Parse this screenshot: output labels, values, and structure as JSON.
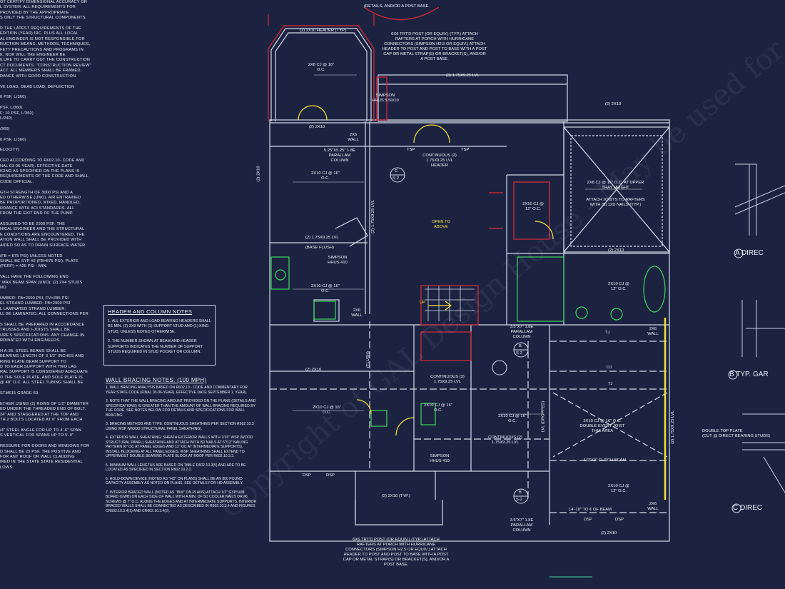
{
  "general_notes": [
    "OT CERTIFY DIMENSIONAL ACCURACY OR",
    "L SYSTEM. ALL REQUIREMENTS FOR",
    "PROVIDED BY THE APPROPRIATE",
    "S ONLY THE STRUCTURAL COMPONENTS",
    "",
    "D THE LATEST REQUIREMENTS OF THE",
    "EDITION (YEAR) IRC. PLUS ALL LOCAL",
    "AL ENGINEER IS NOT RESPONSIBLE FOR",
    "RUCTION MEANS, METHODS, TECHNIQUES,",
    "FETY PRECAUTIONS AND PROGRAMS IN",
    "K, NOR WILL THE ENGINEER BE",
    "ILURE TO CARRY OUT THE CONSTRUCTION",
    "CT DOCUMENTS. \"CONSTRUCTION REVIEW\"",
    "ACT. ALL MEMBERS SHALL BE FRAMED,",
    "DANCE WITH GOOD CONSTRUCTION",
    "",
    "VE LOAD, DEAD LOAD, DEFLECTION",
    "",
    "0 PSF, L/360)",
    "",
    "PSF, L/360)",
    "F; 10 PSF, L/360)",
    "L/240)",
    "",
    "/360)",
    "",
    "0 PSF, L/360)",
    "",
    "ELOCITY)",
    "",
    "CED ACCORDING TO R602.10- CODE AND",
    "NAL 03-06-YEAR). EFFECTIVE DATE",
    "ICING AS SPECIFIED ON THE PLANS IS",
    "REQUIREMENTS OF THE CODE AND SHALL",
    "CODE OFFICIAL.",
    "",
    "GTH STRENGTH OF 3000 PSI AND A",
    "ED OTHERWISE (UNO). AIR ENTRAINED",
    "BE PROPORTIONED, MIXED, HANDLED,",
    "RDANCE WITH ACI STANDARDS. ALL",
    "FROM THE EXIT END OF THE PUMP.",
    "",
    "ASSUMED TO BE 2000 PSF. THE",
    "NICAL ENGINEER AND THE STRUCTURAL",
    "E CONDITIONS ARE ENCOUNTERED. THE",
    "ATION WALL SHALL BE PROVIDED WITH",
    "AIDED SO AS TO DRAIN SURFACE WATER",
    "",
    "(Fb = 875 PSI) UNLESS NOTED",
    "SHALL BE SYP #2 (Fb=875 PSI). PLATE",
    "(perp) = 425 PSI - MIN.",
    "",
    "VALL HAVE THE FOLLOWING END",
    "' MAX BEAM SPAN (UNO): (2) 2X4 STUDS",
    "NO",
    "",
    "UMBER: Fb=2600 PSI, Fv=285 PSI",
    "EL STRAND LUMBER: Fb=2900 PSI",
    "L LAMINATED STRAND LUMBER:",
    "LL BE LAMINATED. ALL CONNECTIONS PER",
    "",
    "S SHALL BE PREPARED IN ACCORDANCE",
    "TRUSSES AND I-JOISTS SHALL BE",
    "URE'S SPECIFICATIONS. ANY CHANGE IN",
    "RDINATED WITH ENGINEERS.",
    "",
    "H A-36. STEEL BEAMS SHALL BE",
    "BEARING LENGTH OF 3 1/2\" INCHES AND",
    "RING PLATE BEAM SUPPORT TO",
    "D TO EACH SUPPORT WITH TWO LAG",
    "RAL SUPPORT IS CONSIDERED ADEQUATE",
    "O THE SOLE PLATE, AND SOLE PLATE IS",
    "@ 48\" O.C. ALL STEEL TUBING SHALL BE",
    "",
    "STM615 GRADE 60.",
    "",
    "ETHER USING (2) ROWS OF 1/2\" DIAMETER",
    "ED UNDER THE THREADED END OF BOLT.",
    "24\" AND STAGGERED AT THE TOP AND",
    "TH 2 BOLTS LOCATED AT 6\" FROM EACH",
    "",
    "/4\" STEEL ANGLE FOR UP TO 4'-6\" SPAN",
    "S VERTICAL FOR SPANS UP TO 5'-0\"",
    "",
    "RESSURE FOR DOORS AND WINDOWS FOR",
    "D SHALL BE 25 PSF. THE POSITIVE AND",
    "FOR ANY ROOF OR WALL CLADDING",
    "IRED IN THE STATE STATE RESIDENTIAL",
    "LOWS:"
  ],
  "header_notes": {
    "title": "HEADER AND COLUMN NOTES",
    "items": [
      "1. ALL EXTERIOR AND LOAD BEARING HEADERS SHALL BE MIN. (2) 2x8 WITH (1) SUPPORT STUD AND (1) KING STUD, UNLESS NOTED OTHERWISE.",
      "2. THE NUMBER SHOWN AT BEAM AND HEADER SUPPORTS INDICATES THE NUMBER OF SUPPORT STUDS REQUIRED IN STUD POCKET OR COLUMN."
    ]
  },
  "bracing_notes": {
    "title": "WALL BRACING NOTES: (100 MPH)",
    "items": [
      "1. WALL BRACING ANALYSIS BASED ON R602.10 - CODE AND COMMENTARY FOR YEAR STATE CODE (FINAL 03-06-YEAR). EFFECTIVE DATE SEPTEMBER 1, YEAR).",
      "2. NOTE THAT THE WALL BRACING AMOUNT PROVIDED ON THE PLANS (DETAILS AND SPECIFICATIONS) IS GREATER THAN THE AMOUNT OF WALL BRACING REQUIRED BY THE CODE. SEE NOTES BELOW FOR DETAILS AND SPECIFICATIONS FOR WALL BRACING.",
      "3. BRACING METHOD AND TYPE: CONTINUOUS SHEATHING PER SECTION R602.10.3 USING WSP (WOOD STRUCTURAL PANEL SHEATHING).",
      "4. EXTERIOR WALL SHEATHING: SHEATH EXTERIOR WALLS WITH 7/16\" WSP (WOOD STRUCTURAL PANEL) SHEATHING AND ATTACH WITH 8d NAILS AT 6\"/12\" NAILING PATTERN (6\" OC AT PANEL EDGES AND 12\" OC AT INTERMEDIATE SUPPORTS). INSTALL BLOCKING AT ALL PANEL EDGES. WSP SHEATHING SHALL EXTEND TO UPPERMOST DOUBLE BEARING PLATE BLOCK AT ROOF PER R602.10.3.3.",
      "5. MINIMUM WALL LENGTHS ARE BASED ON TABLE R602.10.3(5) AND ARE TO BE LOCATED AS SPECIFIED IN SECTION R602.10.2.2.",
      "6. HOLD-DOWN DEVICE (NOTED AS \"HD\" ON PLANS) SHALL BE AN 800 POUND CAPACITY ASSEMBLY AS NOTED ON PLANS. SEE DETAILS FOR HD ASSEMBLY.",
      "7. INTERIOR BRACED WALL (NOTED AS \"IBW\" ON PLANS) ATTACH 1/2\" GYPSUM BOARD (GWB) ON EACH SIDE OF WALL WITH A MIN. OF 5d COOLER NAILS OR #6 SCREWS @ 7\" O.C. ALONG THE EDGES AND AT INTERMEDIATE SUPPORTS. INTERIOR BRACED WALLS SHALL BE CONNECTED AS DESCRIBED IN R602.10.3.4 AND FIGURES CR602.10.3.4(1) AND CR602.10.3.4(2)."
    ]
  },
  "plan_labels": {
    "top_note": "(DETAILS, AND/OR A POST BASE.",
    "header_2x10_top": "(2) 2x10 HEADER (TYP.)",
    "cj_2x8_16": "2x8 CJ @ 16\" O.C.",
    "post_note_top": "6x6 TRT'D POST (OR EQUIV.) (TYP.) ATTACH RAFTERS AT PORCH WITH HURRICANE CONNECTORS (SIMPSON H2.5 OR EQUIV.) ATTACH HEADER TO POST AND POST TO BASE WITH A POST CAP OR METAL STRAP(S) OR BRACKET(S), AND/OR A POST BASE.",
    "lvl_3": "(3) 1.75x9.25 LVL",
    "simpson_hhus": "SIMPSON HHUS 5.50/10",
    "cj_2x10_16_a": "2x10 CJ @ 16\" O.C.",
    "cj_2x10_16_b": "2x10 CJ @ 16\" O.C.",
    "cj_2x10_16_c": "2x10 CJ @ 16\" O.C.",
    "cj_2x10_16_d": "2x10 CJ @ 16\" O.C.",
    "cj_2x10_16_e": "2x10 CJ @ 16\" O.C.",
    "cj_2x10_12": "2x10 CJ @ 12\" O.C.",
    "cj_2x10_12_b": "2x10 CJ @ 12\" O.C.",
    "cj_2x10_12_c": "2x10 CJ @ 12\" O.C.",
    "cj_2x10_16_dbl": "2x10 CJ @ 16\" O.C. DOUBLE EVERY JOIST THIS AREA",
    "wall_2x6": "2x6 WALL",
    "parallam_col": "5.25\"x5.25\" 1.8E PARALLAM COLUMN",
    "cont_header": "CONTINUOUS (2) 1.75x9.25 LVL HEADER",
    "tsp": "TSP",
    "hdr_2x10_a": "(2) 2x10",
    "hdr_2x10_b": "(2) 2x10",
    "hdr_2x10_c": "(2) 2x10",
    "hdr_2x10_d": "(2) 2x10",
    "hdr_2x10_e": "(2) 2x10",
    "hdr_2x10_f": "(2) 2x10",
    "hdr_2x10_typ": "(2) 2x10 (TYP.)",
    "cj_2x8_tray": "2x8 CJ @ 16\" O.C. AT UPPER TRAY HEIGHT",
    "attach_joists": "ATTACH JOISTS TO RAFTERS WITH (8) 12d NAILS (TYP.)",
    "open_to_above": "OPEN TO ABOVE",
    "base_flush": "(BASE FLUSH)",
    "flush": "(FLUSH)",
    "simpson_hhus410": "SIMPSON HHUS 410",
    "lvl_2_175": "(2) 1.75x9.25 LVL",
    "parallam_35": "3.5\"x7\" 1.8E PARALLAM COLUMN",
    "tj": "TJ",
    "dj": "DJ",
    "dsp": "DSP",
    "cont_lvl_3": "CONTINUOUS (3) 1.75x9.25 LVL",
    "cont_lvl_2": "CONTINUOUS (2) 1.75x9.25 LVL",
    "flitch": "1/2\"x9\" FLITCH BEAM",
    "dim_14": "14'-10\" TO ¢ OF BEAM",
    "dropped": "LVL (DROPPED)",
    "post_note_bottom": "6x6 TRT'D POST (OR EQUIV.) (TYP.) ATTACH RAFTERS AT PORCH WITH HURRICANE CONNECTORS (SIMPSON H2.5 OR EQUIV.) ATTACH HEADER TO POST AND POST TO BASE WITH A POST CAP OR METAL STRAP(S) OR BRACKET(S), AND/OR A POST BASE.",
    "up": "UP"
  },
  "details": {
    "a": "A DIREC",
    "b": "B TYP. GAR",
    "c": "C DIREC",
    "double_plate": "DOUBLE TOP PLATE",
    "cut_note": "(CUT @ DIRECT BEARING STUDS)"
  },
  "callouts": {
    "c": "C",
    "c_sheet": "S-2",
    "b": "B",
    "b_sheet": "S-2"
  },
  "watermark": "Copyright of GAL Design House - May be used for reference only, do not copy"
}
